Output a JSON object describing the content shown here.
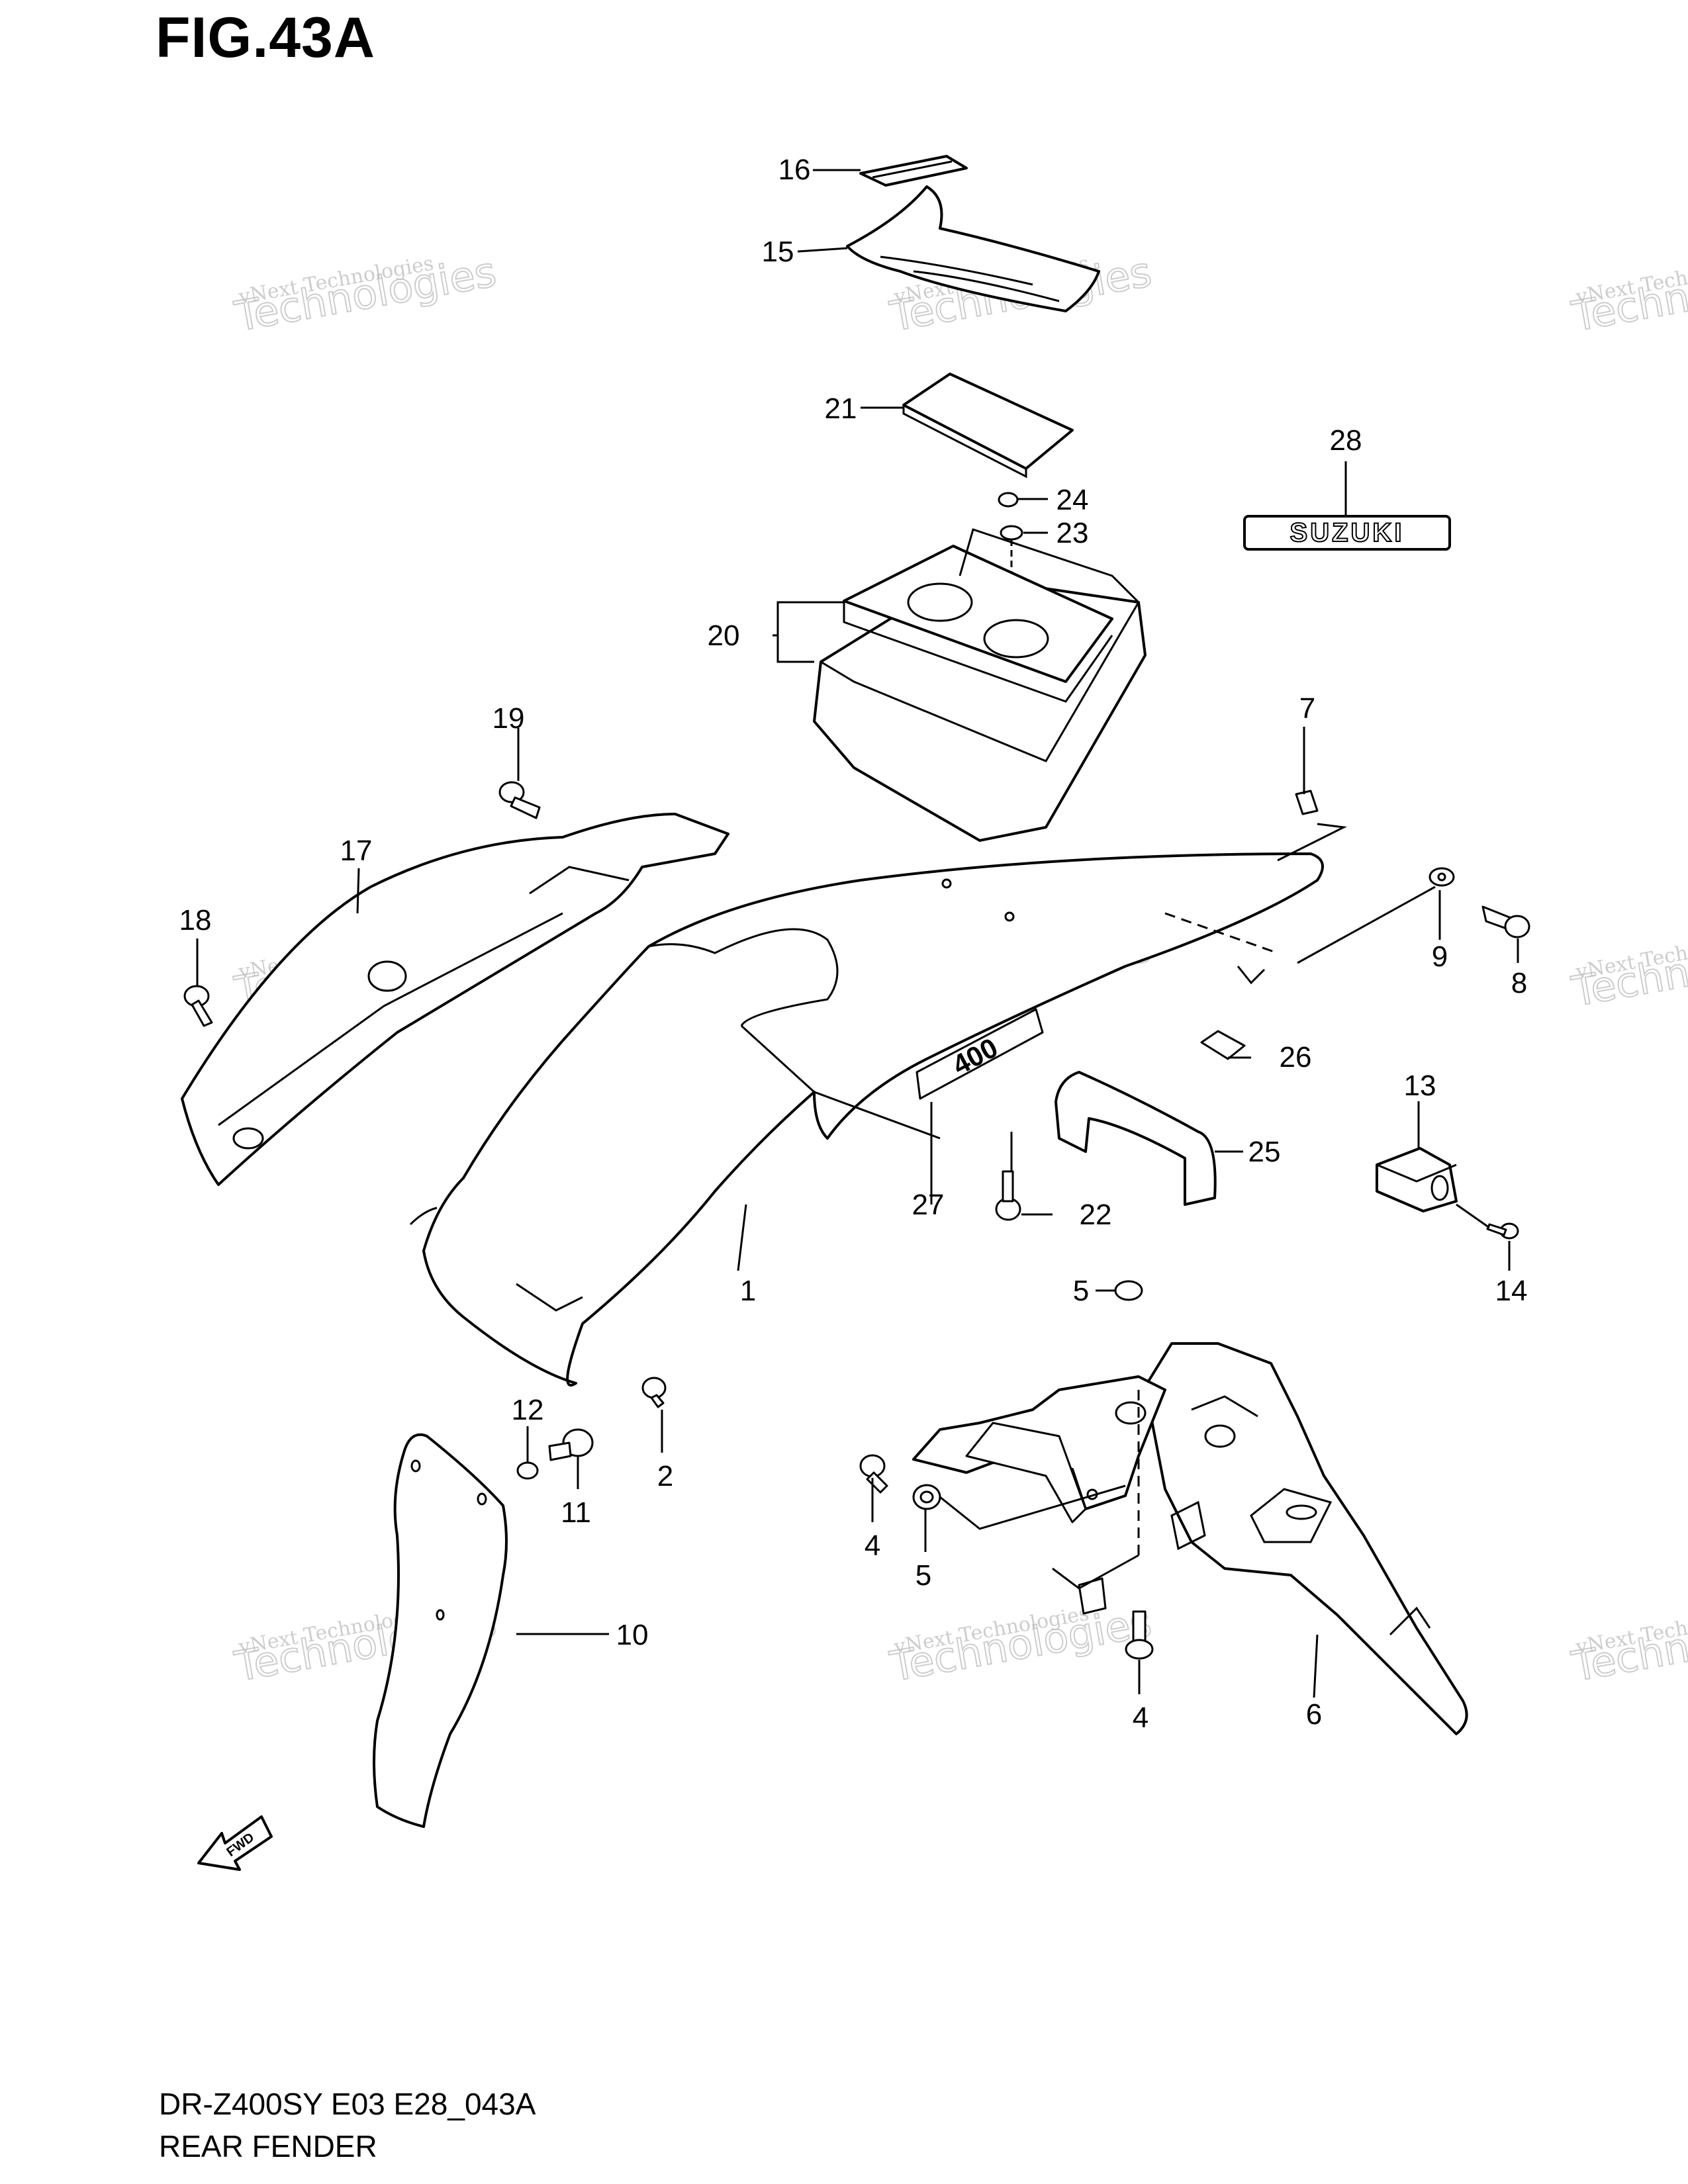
{
  "figure": {
    "title": "FIG.43A",
    "model_code": "DR-Z400SY E03 E28_043A",
    "section_name": "REAR FENDER"
  },
  "callouts": {
    "c1": "1",
    "c2": "2",
    "c4a": "4",
    "c4b": "4",
    "c5a": "5",
    "c5b": "5",
    "c6": "6",
    "c7": "7",
    "c8": "8",
    "c9": "9",
    "c10": "10",
    "c11": "11",
    "c12": "12",
    "c13": "13",
    "c14": "14",
    "c15": "15",
    "c16": "16",
    "c17": "17",
    "c18": "18",
    "c19": "19",
    "c20": "20",
    "c21": "21",
    "c22": "22",
    "c23": "23",
    "c24": "24",
    "c25": "25",
    "c26": "26",
    "c27": "27",
    "c28": "28"
  },
  "emblem_text": "SUZUKI",
  "decal_text": "400",
  "fwd_arrow_text": "FWD",
  "watermark": {
    "line1": "vNext Technologies",
    "line2": "vNext",
    "line3": "Technologies"
  }
}
